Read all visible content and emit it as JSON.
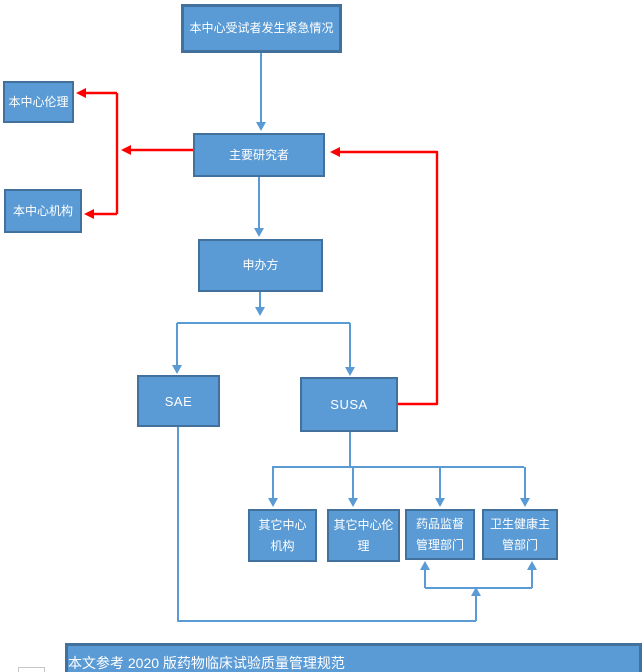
{
  "colors": {
    "box_fill": "#5B9BD5",
    "box_border": "#41719C",
    "connector_blue": "#5B9BD5",
    "connector_red": "#FF0000",
    "text_color": "#FFFFFF"
  },
  "diagram": {
    "nodes": {
      "emergency": "本中心受试者发生紧急情况",
      "center_ethics": "本中心伦理",
      "center_institution": "本中心机构",
      "principal_investigator": "主要研究者",
      "sponsor": "申办方",
      "sae": "SAE",
      "susa": "SUSA",
      "other_center_institution": "其它中心\n机构",
      "other_center_ethics": "其它中心伦\n理",
      "drug_regulatory": "药品监督\n管理部门",
      "health_authority": "卫生健康主\n管部门"
    }
  },
  "footer": {
    "note": "本文参考 2020 版药物临床试验质量管理规范"
  }
}
